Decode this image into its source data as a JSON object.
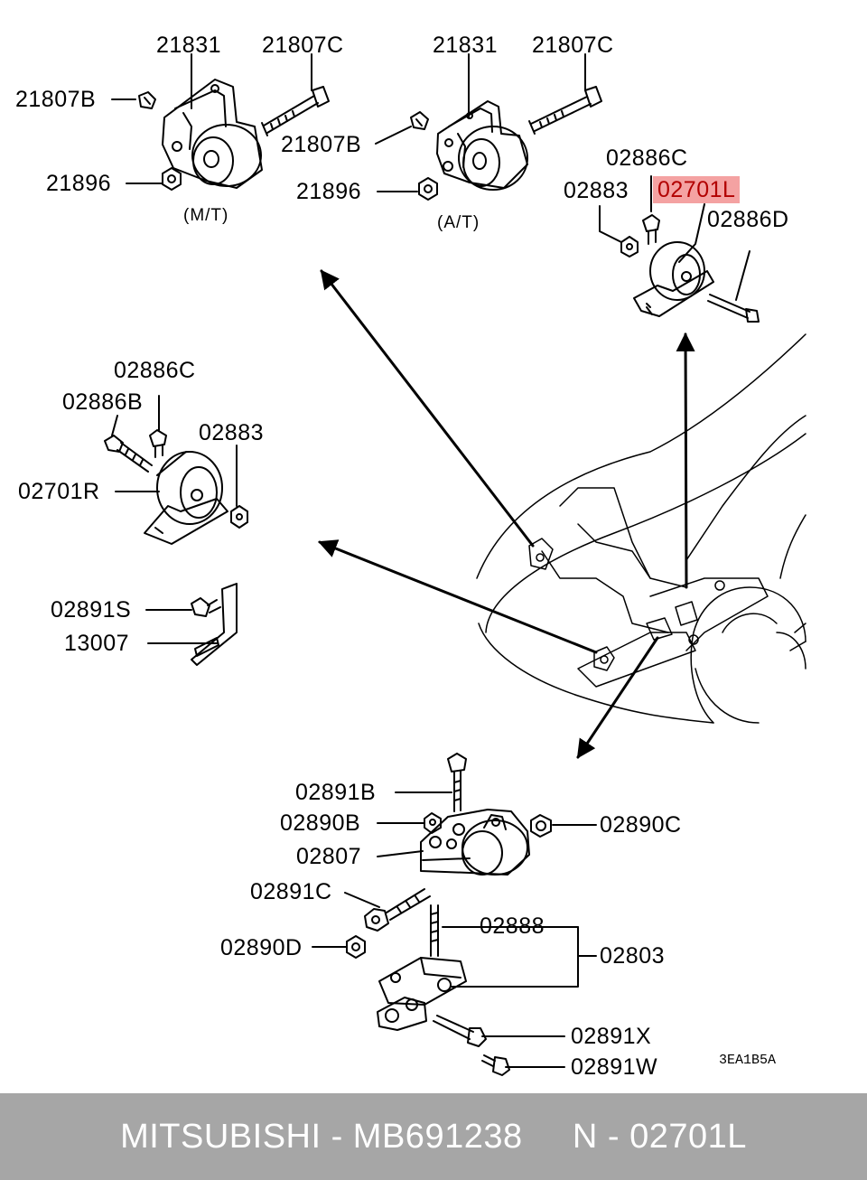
{
  "diagram": {
    "labels": {
      "mt_top_21831": "21831",
      "mt_top_21807c": "21807C",
      "mt_21807b": "21807B",
      "mt_21896": "21896",
      "mt_caption": "(M/T)",
      "at_top_21831": "21831",
      "at_top_21807c": "21807C",
      "at_21807b": "21807B",
      "at_21896": "21896",
      "at_caption": "(A/T)",
      "l_02886c": "02886C",
      "l_02883": "02883",
      "l_02701l": "02701L",
      "l_02886d": "02886D",
      "r_02886c": "02886C",
      "r_02886b": "02886B",
      "r_02883": "02883",
      "r_02701r": "02701R",
      "b_02891s": "02891S",
      "b_13007": "13007",
      "rr_02891b": "02891B",
      "rr_02890b": "02890B",
      "rr_02890c": "02890C",
      "rr_02807": "02807",
      "rr_02891c": "02891C",
      "rr_02888": "02888",
      "rr_02890d": "02890D",
      "rr_02803": "02803",
      "rr_02891x": "02891X",
      "rr_02891w": "02891W",
      "code": "3EA1B5A"
    },
    "highlight_color": "#f4a2a2",
    "highlight_text_color": "#b20000"
  },
  "footer": {
    "text": "MITSUBISHI - MB691238     N - 02701L",
    "background": "#a6a6a6",
    "color": "#ffffff"
  }
}
